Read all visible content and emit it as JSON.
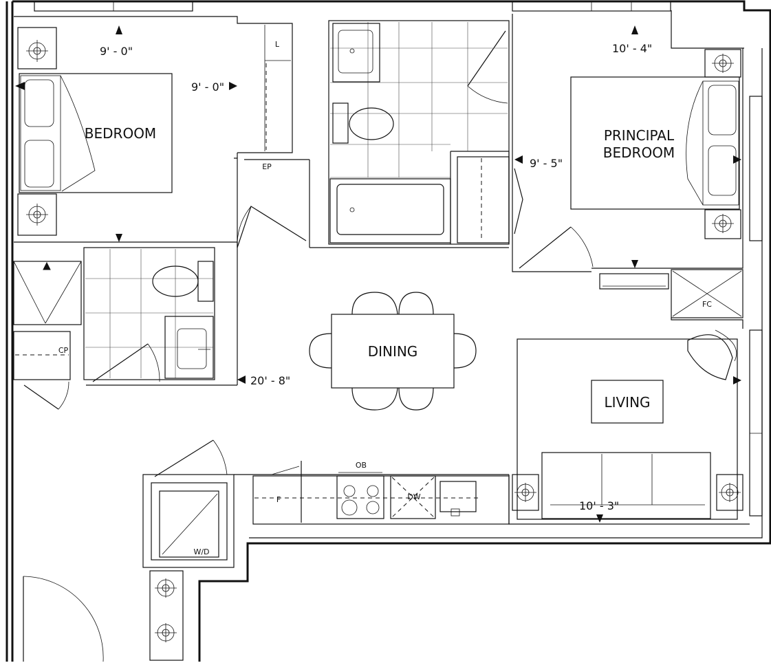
{
  "rooms": {
    "bedroom": "BEDROOM",
    "principal_line1": "PRINCIPAL",
    "principal_line2": "BEDROOM",
    "dining": "DINING",
    "living": "LIVING"
  },
  "dimensions": {
    "bedroom_width": "9' - 0\"",
    "bedroom_depth": "9' - 0\"",
    "principal_width": "10' - 4\"",
    "principal_depth": "9' - 5\"",
    "dining_living_length": "20' - 8\"",
    "living_width": "10' - 3\""
  },
  "fixtures": {
    "linen": "L",
    "electrical_panel": "EP",
    "coat_closet": "CP",
    "oven": "OB",
    "dishwasher": "DW",
    "fridge": "F",
    "washer_dryer": "W/D",
    "fan_coil": "FC"
  }
}
